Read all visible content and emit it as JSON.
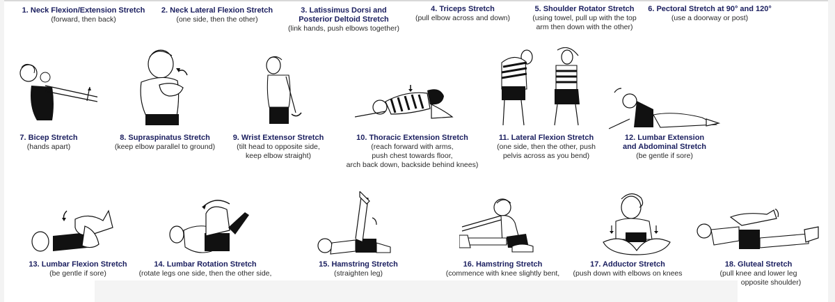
{
  "document": {
    "stretches": [
      {
        "number": "1.",
        "title": "1. Neck Flexion/Extension Stretch",
        "title_lines": [
          "1. Neck Flexion/Extension Stretch"
        ],
        "desc_lines": [
          "(forward, then back)"
        ]
      },
      {
        "number": "2.",
        "title": "2. Neck Lateral Flexion Stretch",
        "title_lines": [
          "2. Neck Lateral Flexion Stretch"
        ],
        "desc_lines": [
          "(one side, then the other)"
        ]
      },
      {
        "number": "3.",
        "title": "3. Latissimus Dorsi and Posterior Deltoid Stretch",
        "title_lines": [
          "3. Latissimus Dorsi and",
          "Posterior Deltoid Stretch"
        ],
        "desc_lines": [
          "(link hands, push elbows together)"
        ]
      },
      {
        "number": "4.",
        "title": "4. Triceps Stretch",
        "title_lines": [
          "4. Triceps Stretch"
        ],
        "desc_lines": [
          "(pull elbow across and down)"
        ]
      },
      {
        "number": "5.",
        "title": "5. Shoulder Rotator Stretch",
        "title_lines": [
          "5. Shoulder Rotator Stretch"
        ],
        "desc_lines": [
          "(using towel, pull up with the top",
          "arm then down with the other)"
        ]
      },
      {
        "number": "6.",
        "title": "6. Pectoral Stretch at 90° and 120°",
        "title_lines": [
          "6. Pectoral Stretch at 90° and 120°"
        ],
        "desc_lines": [
          "(use a doorway or post)"
        ]
      },
      {
        "number": "7.",
        "title": "7. Bicep Stretch",
        "title_lines": [
          "7. Bicep Stretch"
        ],
        "desc_lines": [
          "(hands apart)"
        ]
      },
      {
        "number": "8.",
        "title": "8. Supraspinatus Stretch",
        "title_lines": [
          "8. Supraspinatus Stretch"
        ],
        "desc_lines": [
          "(keep elbow parallel to ground)"
        ]
      },
      {
        "number": "9.",
        "title": "9. Wrist Extensor Stretch",
        "title_lines": [
          "9. Wrist Extensor Stretch"
        ],
        "desc_lines": [
          "(tilt head to opposite side,",
          "keep elbow straight)"
        ]
      },
      {
        "number": "10.",
        "title": "10. Thoracic Extension Stretch",
        "title_lines": [
          "10. Thoracic Extension Stretch"
        ],
        "desc_lines": [
          "(reach forward with arms,",
          "push chest towards floor,",
          "arch back down, backside behind knees)"
        ]
      },
      {
        "number": "11.",
        "title": "11. Lateral Flexion Stretch",
        "title_lines": [
          "11. Lateral Flexion Stretch"
        ],
        "desc_lines": [
          "(one side, then the other, push",
          "pelvis across as you bend)"
        ]
      },
      {
        "number": "12.",
        "title": "12. Lumbar Extension and Abdominal Stretch",
        "title_lines": [
          "12. Lumbar Extension",
          "and Abdominal Stretch"
        ],
        "desc_lines": [
          "(be gentle if sore)"
        ]
      },
      {
        "number": "13.",
        "title": "13. Lumbar Flexion Stretch",
        "title_lines": [
          "13. Lumbar Flexion Stretch"
        ],
        "desc_lines": [
          "(be gentle if sore)"
        ]
      },
      {
        "number": "14.",
        "title": "14. Lumbar Rotation Stretch",
        "title_lines": [
          "14. Lumbar Rotation Stretch"
        ],
        "desc_lines": [
          "(rotate legs one side, then the other side,"
        ]
      },
      {
        "number": "15.",
        "title": "15. Hamstring Stretch",
        "title_lines": [
          "15. Hamstring Stretch"
        ],
        "desc_lines": [
          "(straighten leg)"
        ]
      },
      {
        "number": "16.",
        "title": "16. Hamstring Stretch",
        "title_lines": [
          "16. Hamstring Stretch"
        ],
        "desc_lines": [
          "(commence with knee slightly bent,"
        ]
      },
      {
        "number": "17.",
        "title": "17. Adductor Stretch",
        "title_lines": [
          "17. Adductor Stretch"
        ],
        "desc_lines": [
          "(push down with elbows on knees"
        ]
      },
      {
        "number": "18.",
        "title": "18. Gluteal Stretch",
        "title_lines": [
          "18. Gluteal Stretch"
        ],
        "desc_lines": [
          "(pull knee and lower leg",
          "opposite shoulder)"
        ]
      }
    ]
  },
  "colors": {
    "title": "#1c2060",
    "desc": "#2a2a2a",
    "illustration": "#111111",
    "frame": "#f3f3f3"
  }
}
